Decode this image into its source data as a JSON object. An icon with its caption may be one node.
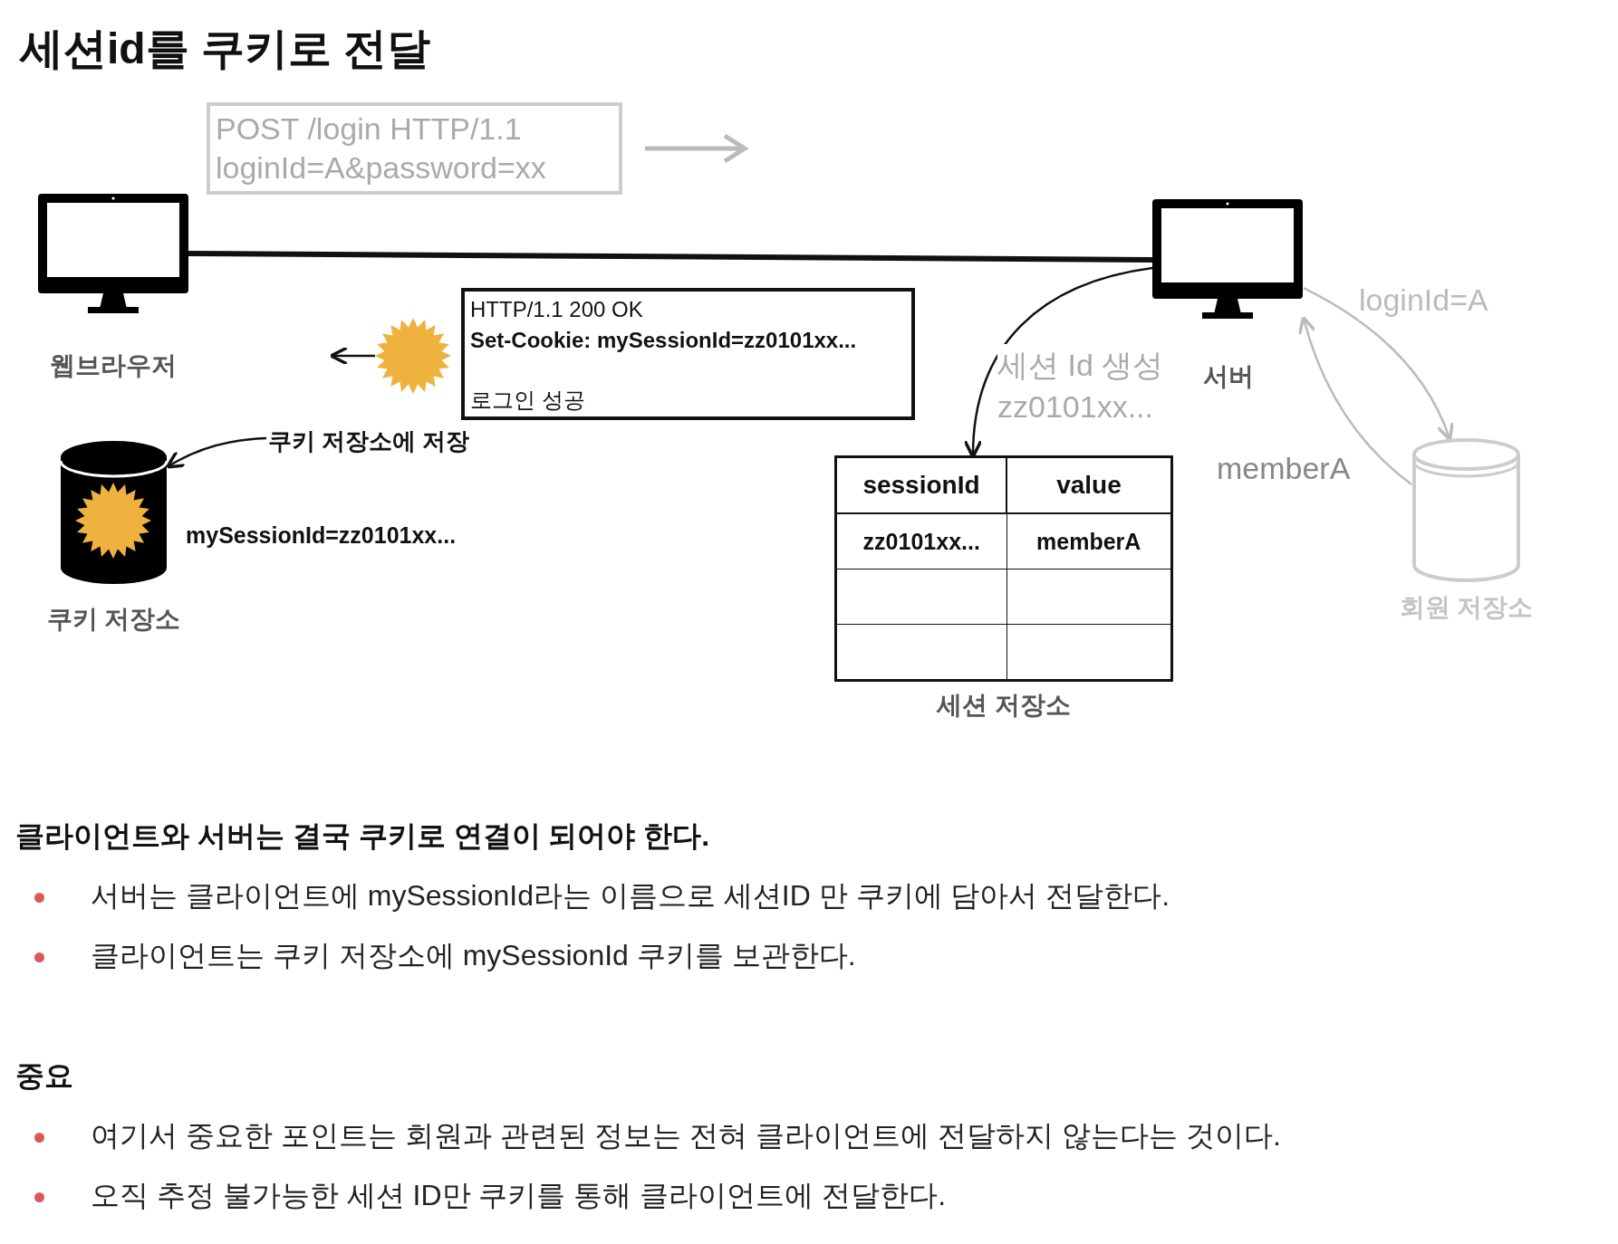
{
  "diagram": {
    "title": "세션id를 쿠키로 전달",
    "nodes": [
      {
        "text": [
          "웹브라우저"
        ]
      },
      {
        "text": [
          "서버"
        ]
      },
      {
        "text": [
          "POST /login HTTP/1.1 loginId=A&password=xx"
        ]
      },
      {
        "text": [
          "HTTP/1.1 200 OK",
          "Set-Cookie: mySessionId=zz0101xx...",
          "로그인 성공"
        ]
      },
      {
        "text": [],
        "shape": "picture"
      },
      {
        "text": [
          "쿠키 저장소"
        ],
        "beside": [
          "mySessionId=zz0101xx..."
        ]
      },
      {
        "text": [
          "쿠키 저장소에 저장"
        ]
      },
      {
        "text": [
          "세션 저장소"
        ]
      },
      {
        "text": [
          "회원 저장소"
        ]
      }
    ],
    "edges": [
      {
        "from": 0,
        "to": 1,
        "arrow": "none",
        "style": "thick"
      },
      {
        "from": 4,
        "to": null,
        "arrow": "to"
      },
      {
        "from": 6,
        "to": 5,
        "arrow": "to"
      },
      {
        "from": 1,
        "to": 7,
        "arrow": "to",
        "label": "세션 Id 생성 zz0101xx..."
      },
      {
        "from": 1,
        "to": 8,
        "arrow": "to",
        "label": "loginId=A",
        "color": "#bbbbbb"
      },
      {
        "from": 8,
        "to": 1,
        "arrow": "to",
        "label": "memberA",
        "color": "#bbbbbb"
      }
    ],
    "labels": [
      "sessionId",
      "value",
      "zz0101xx...",
      "memberA",
      "클라이언트와 서버는 결국 쿠키로 연결이 되어야 한다.",
      "서버는 클라이언트에 mySessionId라는 이름으로 세션ID 만 쿠키에 담아서 전달한다.",
      "클라이언트는 쿠키 저장소에 mySessionId 쿠키를 보관한다.",
      "중요",
      "여기서 중요한 포인트는 회원과 관련된 정보는 전혀 클라이언트에 전달하지 않는다는 것이다.",
      "오직 추정 불가능한 세션 ID만 쿠키를 통해 클라이언트에 전달한다."
    ]
  }
}
